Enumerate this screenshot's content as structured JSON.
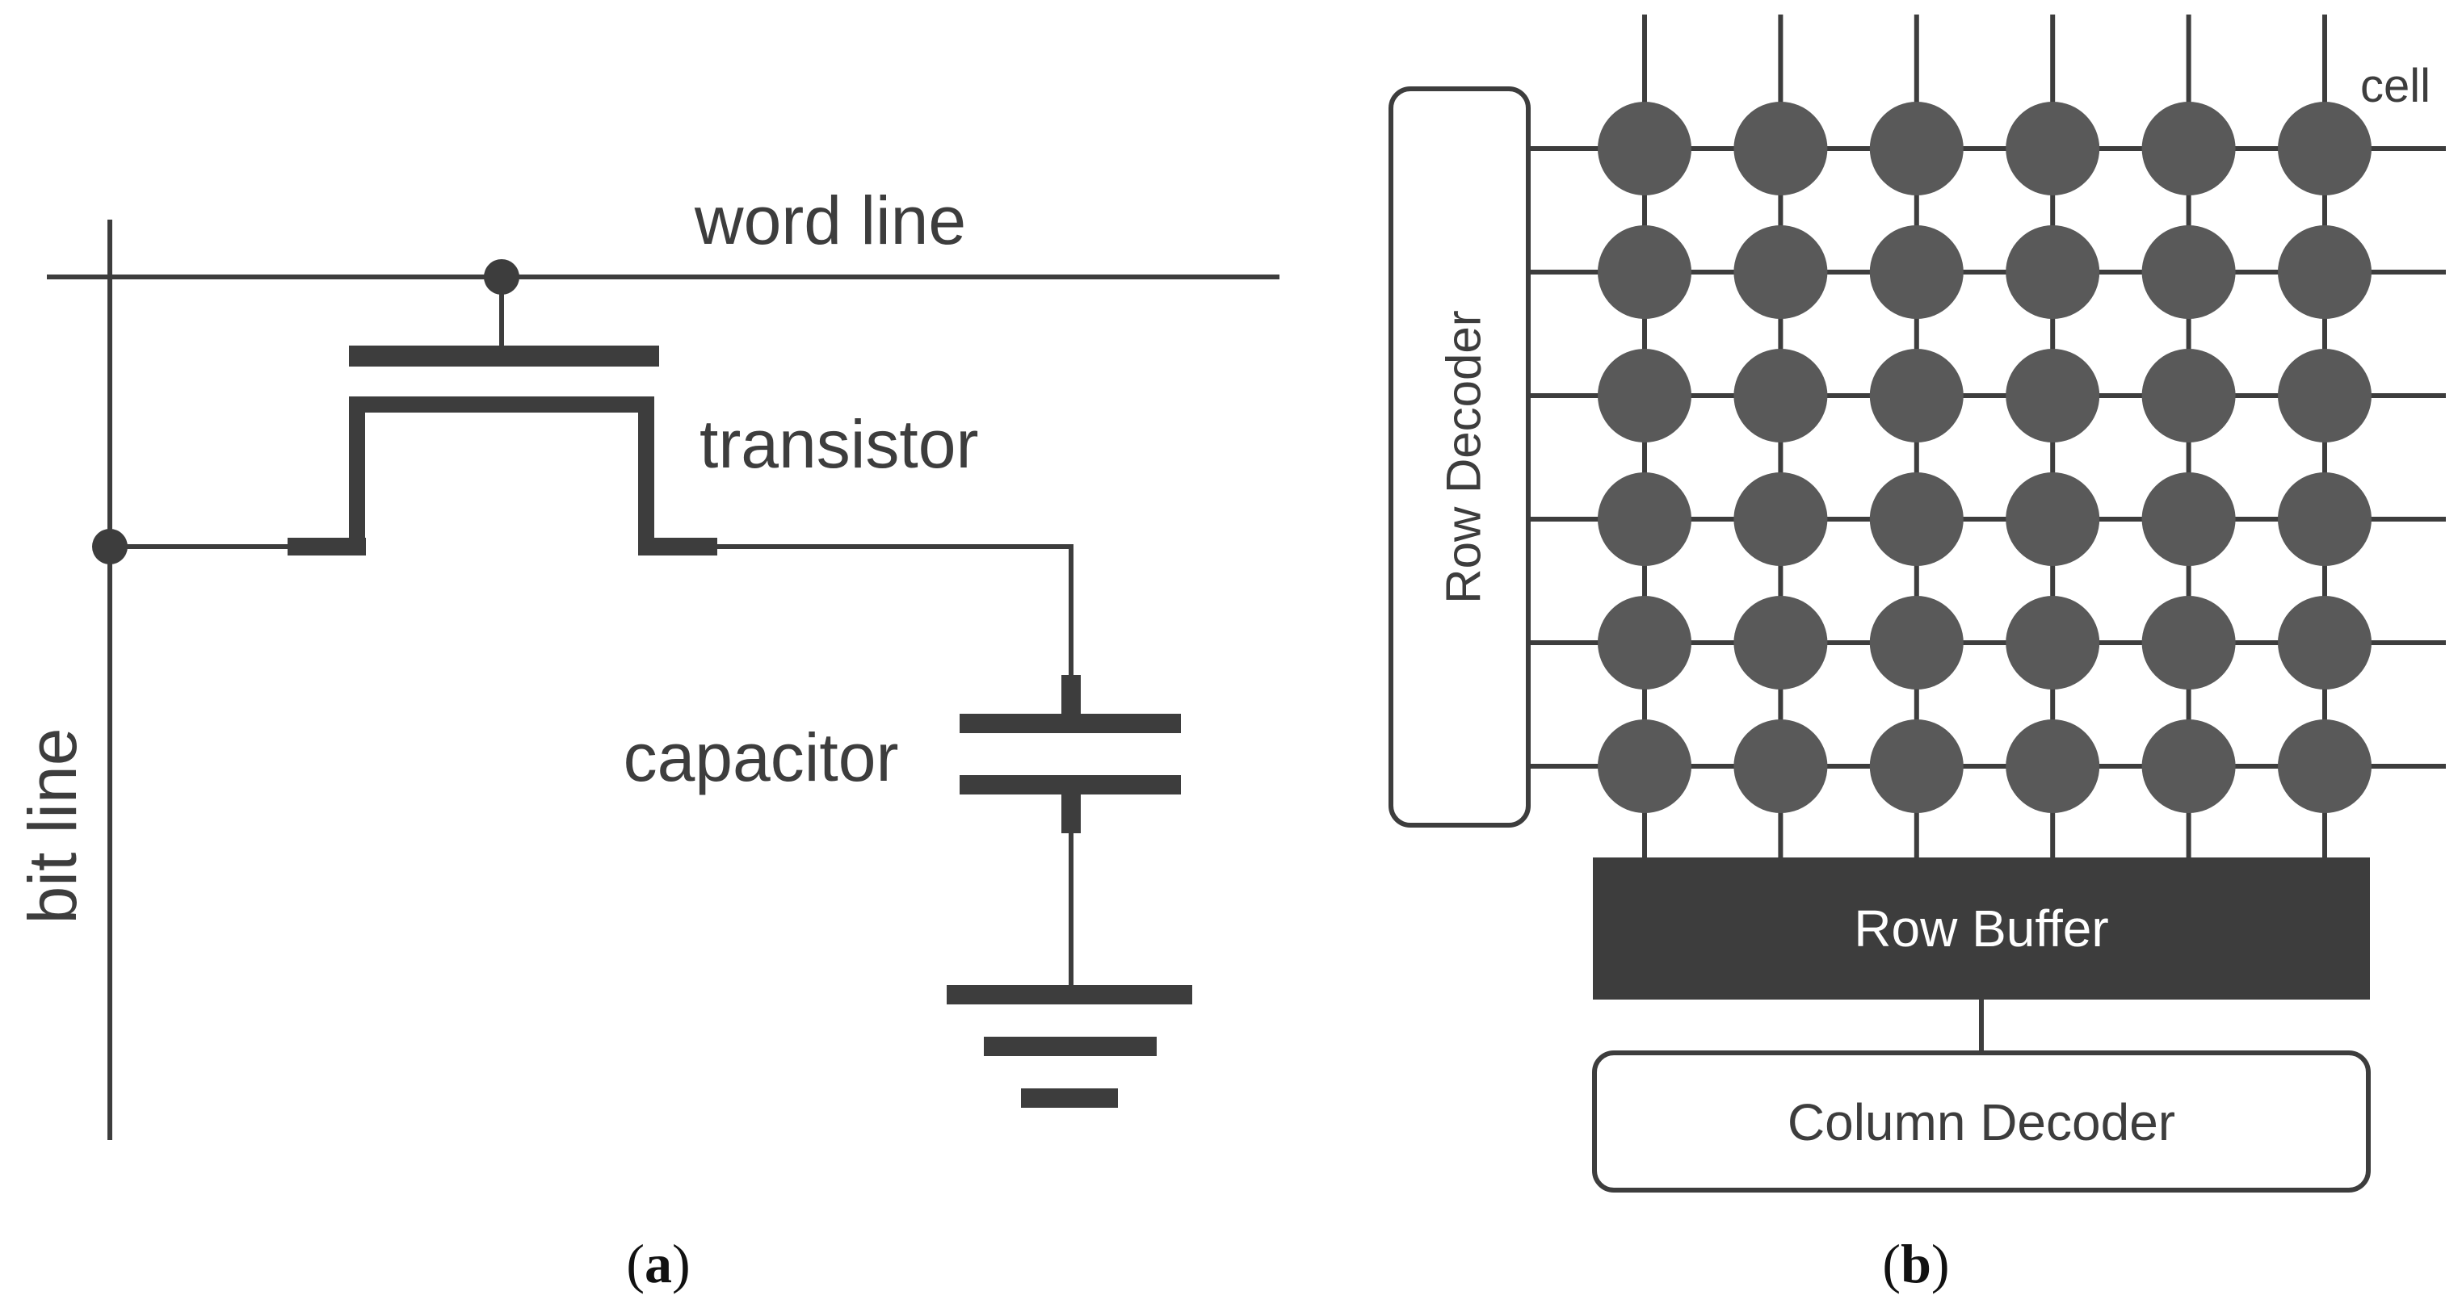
{
  "colors": {
    "stroke": "#3d3d3d",
    "cell": "#595959",
    "row_buffer_fill": "#3d3d3d",
    "row_buffer_text": "#ffffff",
    "background": "#ffffff"
  },
  "panel_a": {
    "word_line_label": "word line",
    "bit_line_label": "bit line",
    "transistor_label": "transistor",
    "capacitor_label": "capacitor",
    "caption_open": "(",
    "caption_letter": "a",
    "caption_close": ")"
  },
  "panel_b": {
    "cell_label": "cell",
    "row_decoder_label": "Row Decoder",
    "row_buffer_label": "Row Buffer",
    "column_decoder_label": "Column Decoder",
    "caption_open": "(",
    "caption_letter": "b",
    "caption_close": ")",
    "grid": {
      "rows": 6,
      "columns": 6
    }
  }
}
